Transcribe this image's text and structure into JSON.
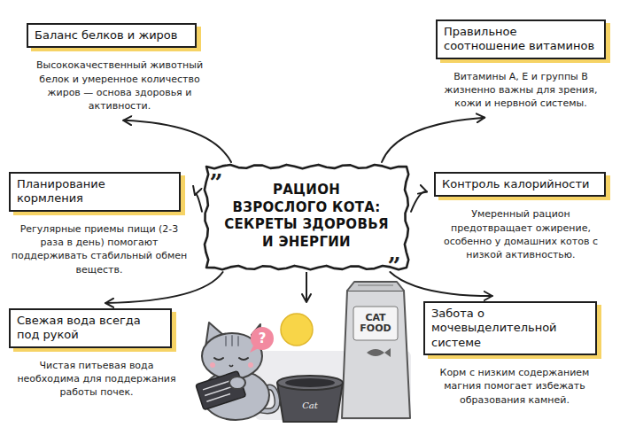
{
  "diagram": {
    "nodes": [
      {
        "text": [
          "РАЦИОН ВЗРОСЛОГО КОТА: СЕКРЕТЫ ЗДОРОВЬЯ И ЭНЕРГИИ"
        ]
      },
      {
        "text": [
          "Баланс белков и жиров",
          "Высококачественный животный белок и умеренное количество жиров — основа здоровья и активности."
        ]
      },
      {
        "text": [
          "Правильное соотношение витаминов",
          "Витамины А, Е и группы В жизненно важны для зрения, кожи и нервной системы."
        ]
      },
      {
        "text": [
          "Планирование кормления",
          "Регулярные приемы пищи (2-3 раза в день) помогают поддерживать стабильный обмен веществ."
        ]
      },
      {
        "text": [
          "Контроль калорийности",
          "Умеренный рацион предотвращает ожирение, особенно у домашних котов с низкой активностью."
        ]
      },
      {
        "text": [
          "Свежая вода всегда под рукой",
          "Чистая питьевая вода необходима для поддержания работы почек."
        ]
      },
      {
        "text": [
          "Забота о мочевыделительной системе",
          "Корм с низким содержанием магния помогает избежать образования камней."
        ]
      }
    ],
    "edges": [
      {
        "from": 0,
        "to": 1,
        "arrow": "to"
      },
      {
        "from": 0,
        "to": 2,
        "arrow": "to"
      },
      {
        "from": 0,
        "to": 3,
        "arrow": "to"
      },
      {
        "from": 0,
        "to": 4,
        "arrow": "to"
      },
      {
        "from": 0,
        "to": 5,
        "arrow": "to"
      },
      {
        "from": 0,
        "to": 6,
        "arrow": "to"
      }
    ],
    "labels": [
      "„",
      "„",
      "?",
      "CAT FOOD",
      "Cat"
    ]
  }
}
